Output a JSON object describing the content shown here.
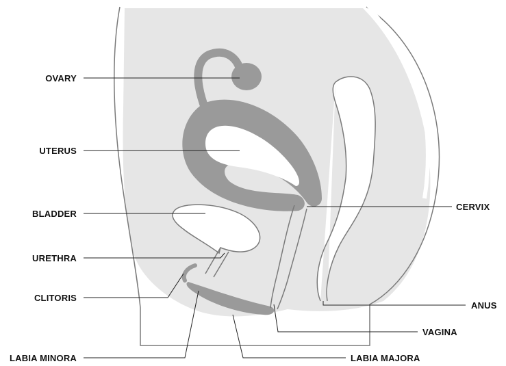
{
  "diagram": {
    "labels": {
      "ovary": "OVARY",
      "uterus": "UTERUS",
      "bladder": "BLADDER",
      "urethra": "URETHRA",
      "clitoris": "CLITORIS",
      "labia_minora": "LABIA MINORA",
      "cervix": "CERVIX",
      "anus": "ANUS",
      "vagina": "VAGINA",
      "labia_majora": "LABIA MAJORA"
    },
    "colors": {
      "body_fill": "#e6e6e6",
      "organ_fill": "#9a9a9a",
      "outline": "#7a7a7a",
      "background": "#ffffff",
      "label_text": "#111111"
    }
  }
}
